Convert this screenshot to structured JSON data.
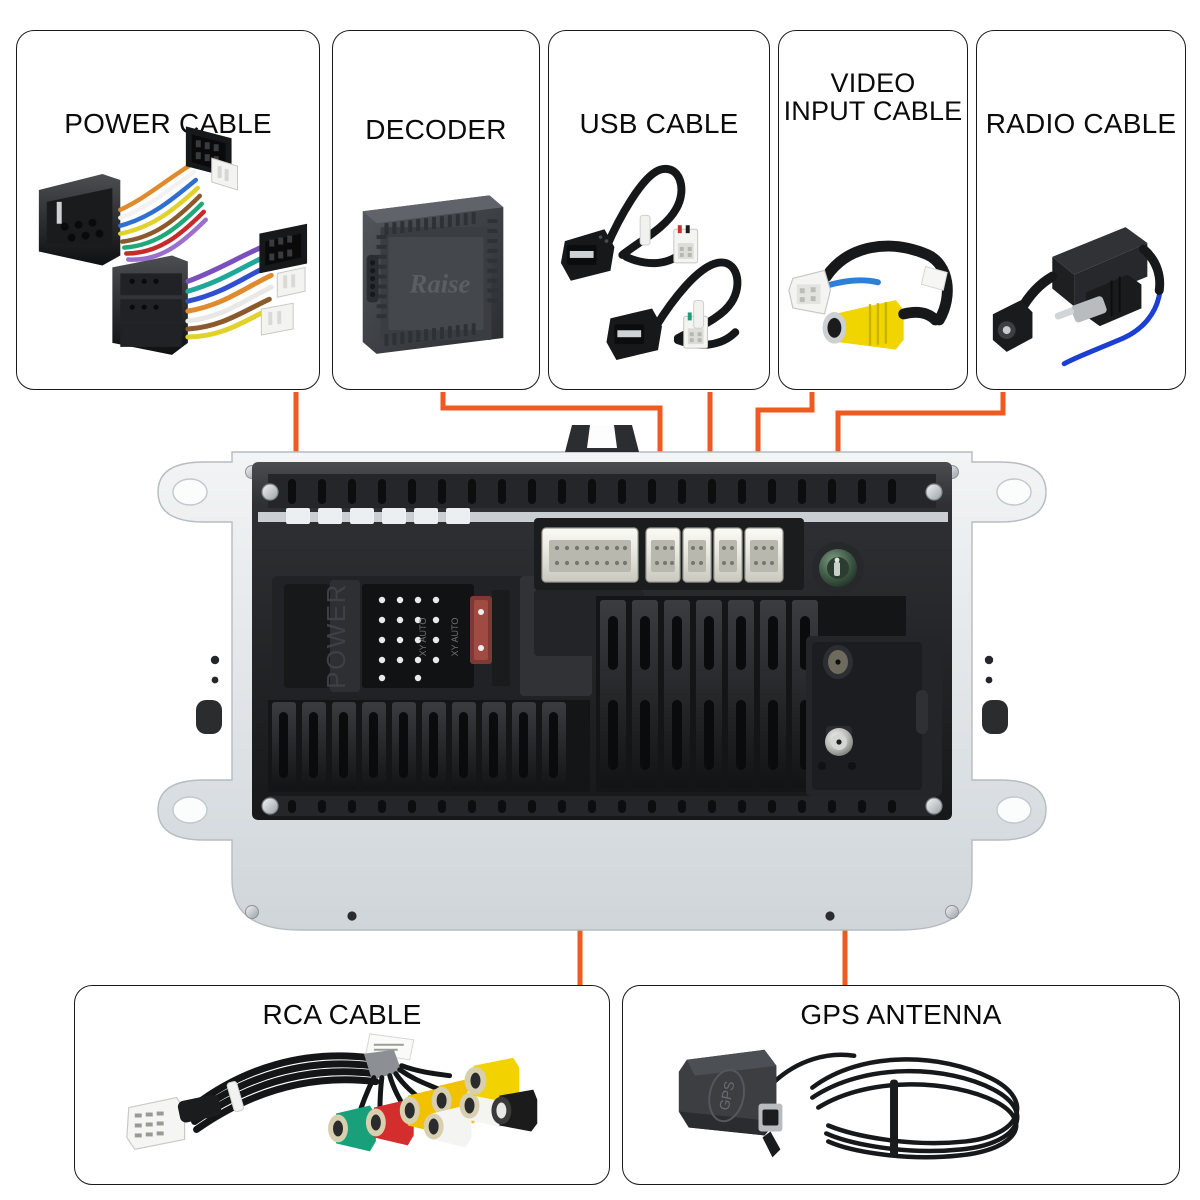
{
  "diagram": {
    "type": "car-stereo-accessory-callout",
    "accent_color": "#ef5a20",
    "background_color": "#ffffff",
    "border_color": "#1a1a1a"
  },
  "panels": {
    "top_row": [
      {
        "id": "power-cable",
        "label": "POWER CABLE"
      },
      {
        "id": "decoder",
        "label": "DECODER"
      },
      {
        "id": "usb-cable",
        "label": "USB CABLE"
      },
      {
        "id": "video-input-cable",
        "label": "VIDEO\nINPUT CABLE"
      },
      {
        "id": "radio-cable",
        "label": "RADIO CABLE"
      }
    ],
    "bottom_row": [
      {
        "id": "rca-cable",
        "label": "RCA CABLE"
      },
      {
        "id": "gps-antenna",
        "label": "GPS ANTENNA"
      }
    ]
  },
  "device": {
    "name": "car-head-unit-rear",
    "markings": {
      "power_label": "POWER",
      "connector_brand": "XY AUTO"
    }
  },
  "product_art": {
    "decoder": {
      "brand_text": "Raise"
    },
    "gps_antenna": {
      "puck_text": "GPS"
    },
    "rca_connector_colors": [
      "#18a07a",
      "#d42d2d",
      "#f2c200",
      "#f2c200",
      "#f4f4f4",
      "#f4f4f4",
      "#f2d200",
      "#1b1b1b"
    ],
    "video_cable_color": "#f0d500",
    "radio_cable_wire_color": "#1b3fd0"
  }
}
